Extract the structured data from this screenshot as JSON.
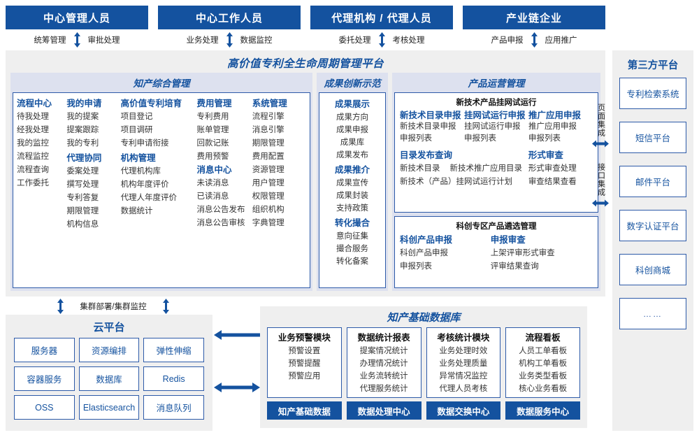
{
  "roles": [
    {
      "title": "中心管理人员",
      "left": "统筹管理",
      "right": "审批处理"
    },
    {
      "title": "中心工作人员",
      "left": "业务处理",
      "right": "数据监控"
    },
    {
      "title": "代理机构 / 代理人员",
      "left": "委托处理",
      "right": "考核处理"
    },
    {
      "title": "产业链企业",
      "left": "产品申报",
      "right": "应用推广"
    }
  ],
  "platform": {
    "title": "高价值专利全生命周期管理平台",
    "groups": {
      "g1": {
        "title": "知产综合管理",
        "columns": [
          {
            "blocks": [
              {
                "head": "流程中心",
                "items": [
                  "待我处理",
                  "经我处理",
                  "我的监控",
                  "流程监控",
                  "流程查询",
                  "工作委托"
                ]
              }
            ]
          },
          {
            "blocks": [
              {
                "head": "我的申请",
                "items": [
                  "我的提案",
                  "提案跟踪",
                  "我的专利"
                ]
              },
              {
                "head": "代理协同",
                "items": [
                  "委案处理",
                  "撰写处理",
                  "专利答复",
                  "期限管理",
                  "机构信息"
                ]
              }
            ]
          },
          {
            "blocks": [
              {
                "head": "高价值专利培育",
                "items": [
                  "项目登记",
                  "项目调研",
                  "专利申请衔接"
                ]
              },
              {
                "head": "机构管理",
                "items": [
                  "代理机构库",
                  "机构年度评价",
                  "代理人年度评价",
                  "数据统计"
                ]
              }
            ]
          },
          {
            "blocks": [
              {
                "head": "费用管理",
                "items": [
                  "专利费用",
                  "账单管理",
                  "回款记账",
                  "费用预警"
                ]
              },
              {
                "head": "消息中心",
                "items": [
                  "未读消息",
                  "已读消息",
                  "消息公告发布",
                  "消息公告审核"
                ]
              }
            ]
          },
          {
            "blocks": [
              {
                "head": "系统管理",
                "items": [
                  "流程引擎",
                  "消息引擎",
                  "期限管理",
                  "费用配置",
                  "资源管理",
                  "用户管理",
                  "权限管理",
                  "组织机构",
                  "字典管理"
                ]
              }
            ]
          }
        ]
      },
      "g2": {
        "title": "成果创新示范",
        "blocks": [
          {
            "head": "成果展示",
            "items": [
              "成果方向",
              "成果申报",
              "成果库",
              "成果发布"
            ]
          },
          {
            "head": "成果推介",
            "items": [
              "成果宣传",
              "成果封装",
              "支持政策"
            ]
          },
          {
            "head": "转化撮合",
            "items": [
              "意向征集",
              "撮合服务",
              "转化备案"
            ]
          }
        ]
      },
      "g3": {
        "title": "产品运营管理",
        "sub1": {
          "title": "新技术产品挂网试运行",
          "trio": [
            {
              "head": "新技术目录申报",
              "items": [
                "新技术目录申报",
                "申报列表"
              ]
            },
            {
              "head": "挂网试运行申报",
              "items": [
                "挂网试运行申报",
                "申报列表"
              ]
            },
            {
              "head": "推广应用申报",
              "items": [
                "推广应用申报",
                "申报列表"
              ]
            }
          ],
          "left_head": "目录发布查询",
          "left_row1": [
            "新技术目录",
            "新技术推广应用目录"
          ],
          "left_row2": "新技术（产品）挂网试运行计划",
          "right_head": "形式审查",
          "right_items": [
            "形式审查处理",
            "审查结果查看"
          ]
        },
        "sub2": {
          "title": "科创专区产品遴选管理",
          "duo": [
            {
              "head": "科创产品申报",
              "items": [
                "科创产品申报",
                "申报列表"
              ]
            },
            {
              "head": "申报审查",
              "items": [
                "上架评审形式审查",
                "评审结果查询"
              ]
            }
          ]
        }
      }
    }
  },
  "integration": {
    "page": "页面集成",
    "api": "接口集成"
  },
  "third_party": {
    "title": "第三方平台",
    "items": [
      "专利检索系统",
      "短信平台",
      "邮件平台",
      "数字认证平台",
      "科创商城",
      "……"
    ]
  },
  "cluster_label": "集群部署/集群监控",
  "cloud": {
    "title": "云平台",
    "cells": [
      "服务器",
      "资源编排",
      "弹性伸缩",
      "容器服务",
      "数据库",
      "Redis",
      "OSS",
      "Elasticsearch",
      "消息队列"
    ]
  },
  "knowledge_base": {
    "title": "知产基础数据库",
    "columns": [
      {
        "head": "业务预警模块",
        "items": [
          "预警设置",
          "预警提醒",
          "预警应用"
        ],
        "foot": "知产基础数据"
      },
      {
        "head": "数据统计报表",
        "items": [
          "提案情况统计",
          "办理情况统计",
          "业务流转统计",
          "代理服务统计"
        ],
        "foot": "数据处理中心"
      },
      {
        "head": "考核统计模块",
        "items": [
          "业务处理时效",
          "业务处理质量",
          "异常情况监控",
          "代理人员考核"
        ],
        "foot": "数据交换中心"
      },
      {
        "head": "流程看板",
        "items": [
          "人员工单看板",
          "机构工单看板",
          "业务类型看板",
          "核心业务看板"
        ],
        "foot": "数据服务中心"
      }
    ]
  },
  "colors": {
    "brand_blue": "#14529F",
    "border_blue": "#2d5aa8",
    "band_bg": "#dde1ef",
    "panel_bg": "#efefef"
  }
}
